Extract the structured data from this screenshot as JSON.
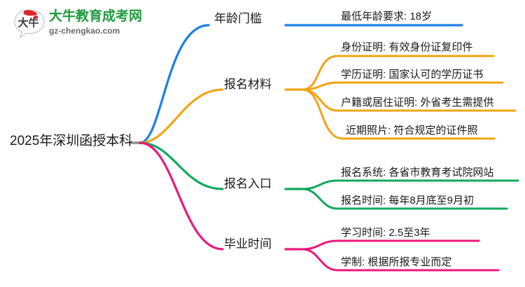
{
  "logo": {
    "name": "dainiu-education-logo",
    "title": "大牛教育成考网",
    "subtitle": "gz-chengkao.com",
    "mark_text": "大牛",
    "title_color": "#1f9a3d",
    "subtitle_color": "#6b6b6b",
    "mark_accent_color": "#d9262c"
  },
  "mindmap": {
    "root": {
      "label": "2025年深圳函授本科"
    },
    "branches": [
      {
        "label": "年龄门槛",
        "color": "#1a7fe8",
        "children": [
          {
            "label": "最低年龄要求: 18岁"
          }
        ]
      },
      {
        "label": "报名材料",
        "color": "#f0a516",
        "children": [
          {
            "label": "身份证明: 有效身份证复印件"
          },
          {
            "label": "学历证明: 国家认可的学历证书"
          },
          {
            "label": "户籍或居住证明: 外省考生需提供"
          },
          {
            "label": "近期照片: 符合规定的证件照"
          }
        ]
      },
      {
        "label": "报名入口",
        "color": "#10a85c",
        "children": [
          {
            "label": "报名系统: 各省市教育考试院网站"
          },
          {
            "label": "报名时间: 每年8月底至9月初"
          }
        ]
      },
      {
        "label": "毕业时间",
        "color": "#ec187b",
        "children": [
          {
            "label": "学习时间: 2.5至3年"
          },
          {
            "label": "学制: 根据所报专业而定"
          }
        ]
      }
    ]
  }
}
